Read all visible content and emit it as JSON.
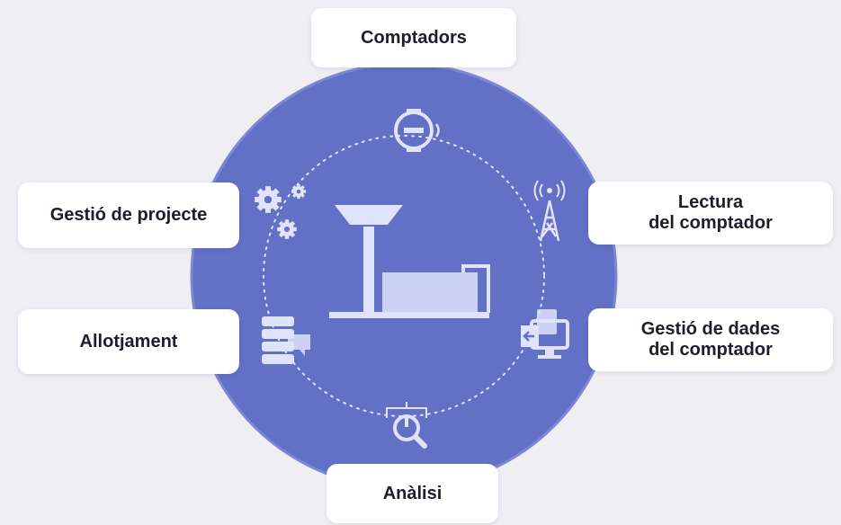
{
  "colors": {
    "background": "#efeff3",
    "disc": "#6270c6",
    "disc_edge": "#7c88d6",
    "icon_light": "#dfe3fb",
    "label_bg": "#ffffff",
    "label_text": "#1d1d2b"
  },
  "diagram": {
    "center_icon": "water-tower-icon",
    "stages": [
      {
        "id": "comptadors",
        "lines": [
          "Comptadors"
        ],
        "icon": "water-meter-icon"
      },
      {
        "id": "lectura",
        "lines": [
          "Lectura",
          "del comptador"
        ],
        "icon": "antenna-tower-icon"
      },
      {
        "id": "gestio-dades",
        "lines": [
          "Gestió de dades",
          "del comptador"
        ],
        "icon": "data-transfer-monitor-icon"
      },
      {
        "id": "analisi",
        "lines": [
          "Anàlisi"
        ],
        "icon": "magnifier-meter-icon"
      },
      {
        "id": "allotjament",
        "lines": [
          "Allotjament"
        ],
        "icon": "database-chat-icon"
      },
      {
        "id": "gestio-projecte",
        "lines": [
          "Gestió de projecte"
        ],
        "icon": "gears-icon"
      }
    ]
  }
}
